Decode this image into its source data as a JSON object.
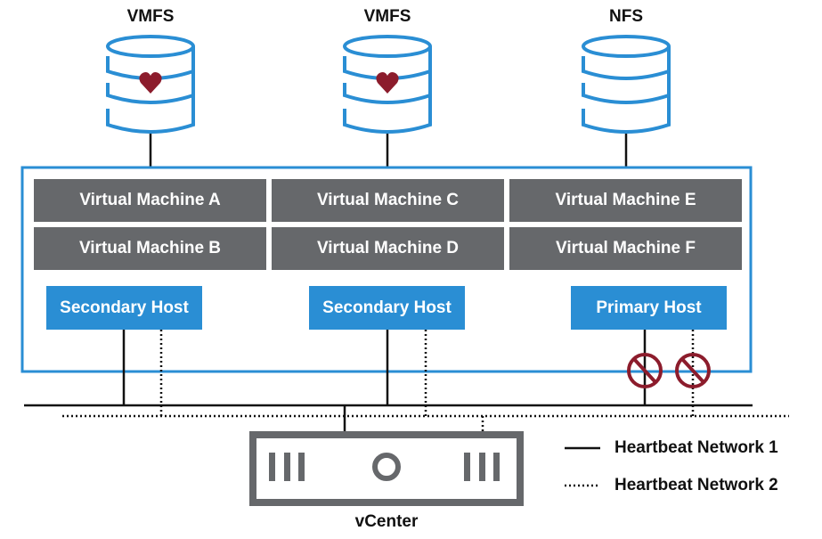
{
  "datastores": [
    {
      "label": "VMFS",
      "heartbeat": true
    },
    {
      "label": "VMFS",
      "heartbeat": true
    },
    {
      "label": "NFS",
      "heartbeat": false
    }
  ],
  "vms": [
    "Virtual Machine A",
    "Virtual Machine C",
    "Virtual Machine E",
    "Virtual Machine B",
    "Virtual Machine D",
    "Virtual Machine F"
  ],
  "hosts": [
    {
      "label": "Secondary Host",
      "network1_blocked": false,
      "network2_blocked": false
    },
    {
      "label": "Secondary Host",
      "network1_blocked": false,
      "network2_blocked": false
    },
    {
      "label": "Primary Host",
      "network1_blocked": true,
      "network2_blocked": true
    }
  ],
  "vcenter": {
    "label": "vCenter"
  },
  "legend": {
    "network1": "Heartbeat Network 1",
    "network2": "Heartbeat Network 2"
  },
  "colors": {
    "storage_blue": "#2a8ed4",
    "heart_red": "#8c1c2c",
    "vm_gray": "#66686b",
    "cluster_border": "#2a8ed4",
    "blocked_red": "#8c1c2c",
    "vcenter_gray": "#66686b"
  }
}
